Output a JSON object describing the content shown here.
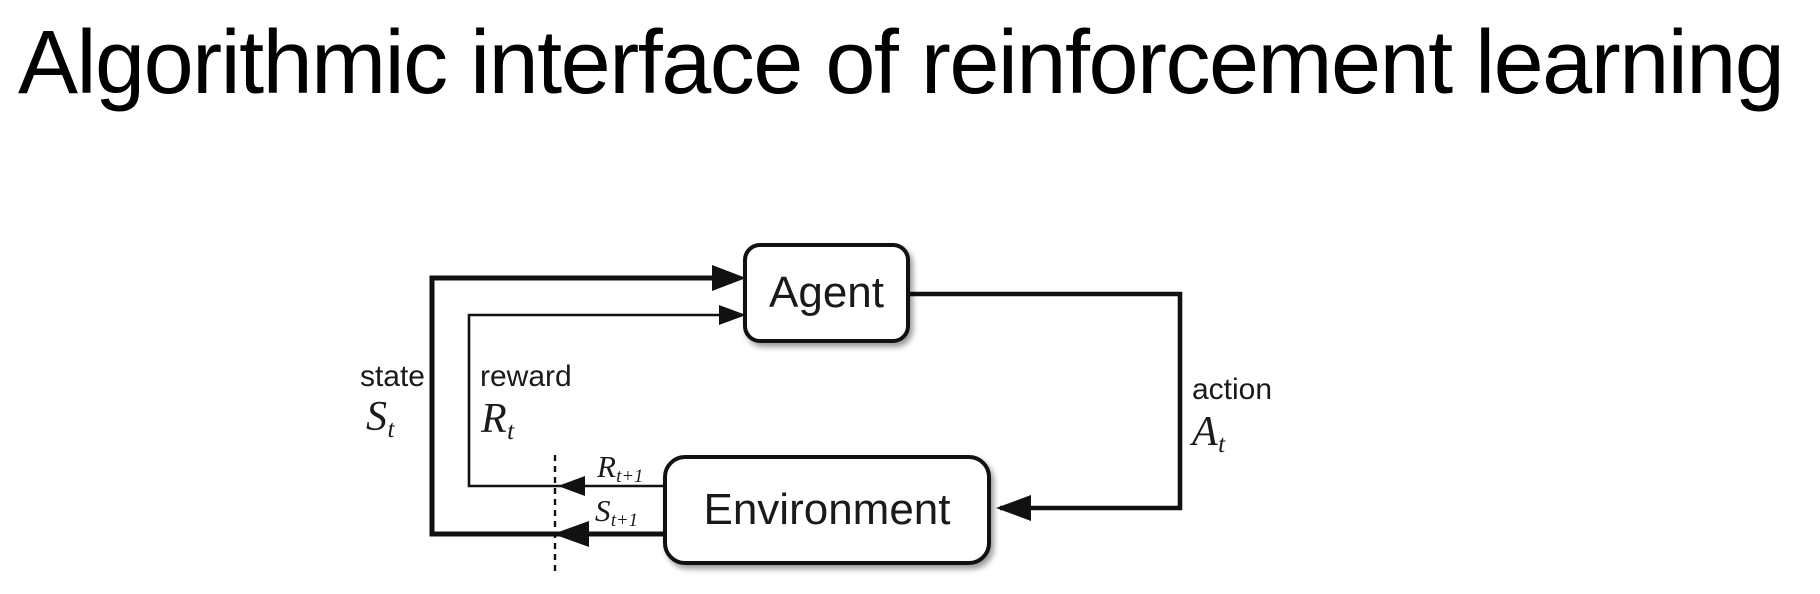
{
  "slide": {
    "title": "Algorithmic interface of reinforcement learning"
  },
  "diagram": {
    "agent": {
      "label": "Agent"
    },
    "environment": {
      "label": "Environment"
    },
    "state": {
      "word": "state",
      "symbol": "S",
      "subscript": "t"
    },
    "reward": {
      "word": "reward",
      "symbol": "R",
      "subscript": "t"
    },
    "action": {
      "word": "action",
      "symbol": "A",
      "subscript": "t"
    },
    "next_reward": {
      "symbol": "R",
      "subscript": "t+1"
    },
    "next_state": {
      "symbol": "S",
      "subscript": "t+1"
    },
    "colors": {
      "ink": "#111111",
      "box_fill": "#ffffff",
      "background": "#ffffff"
    }
  }
}
